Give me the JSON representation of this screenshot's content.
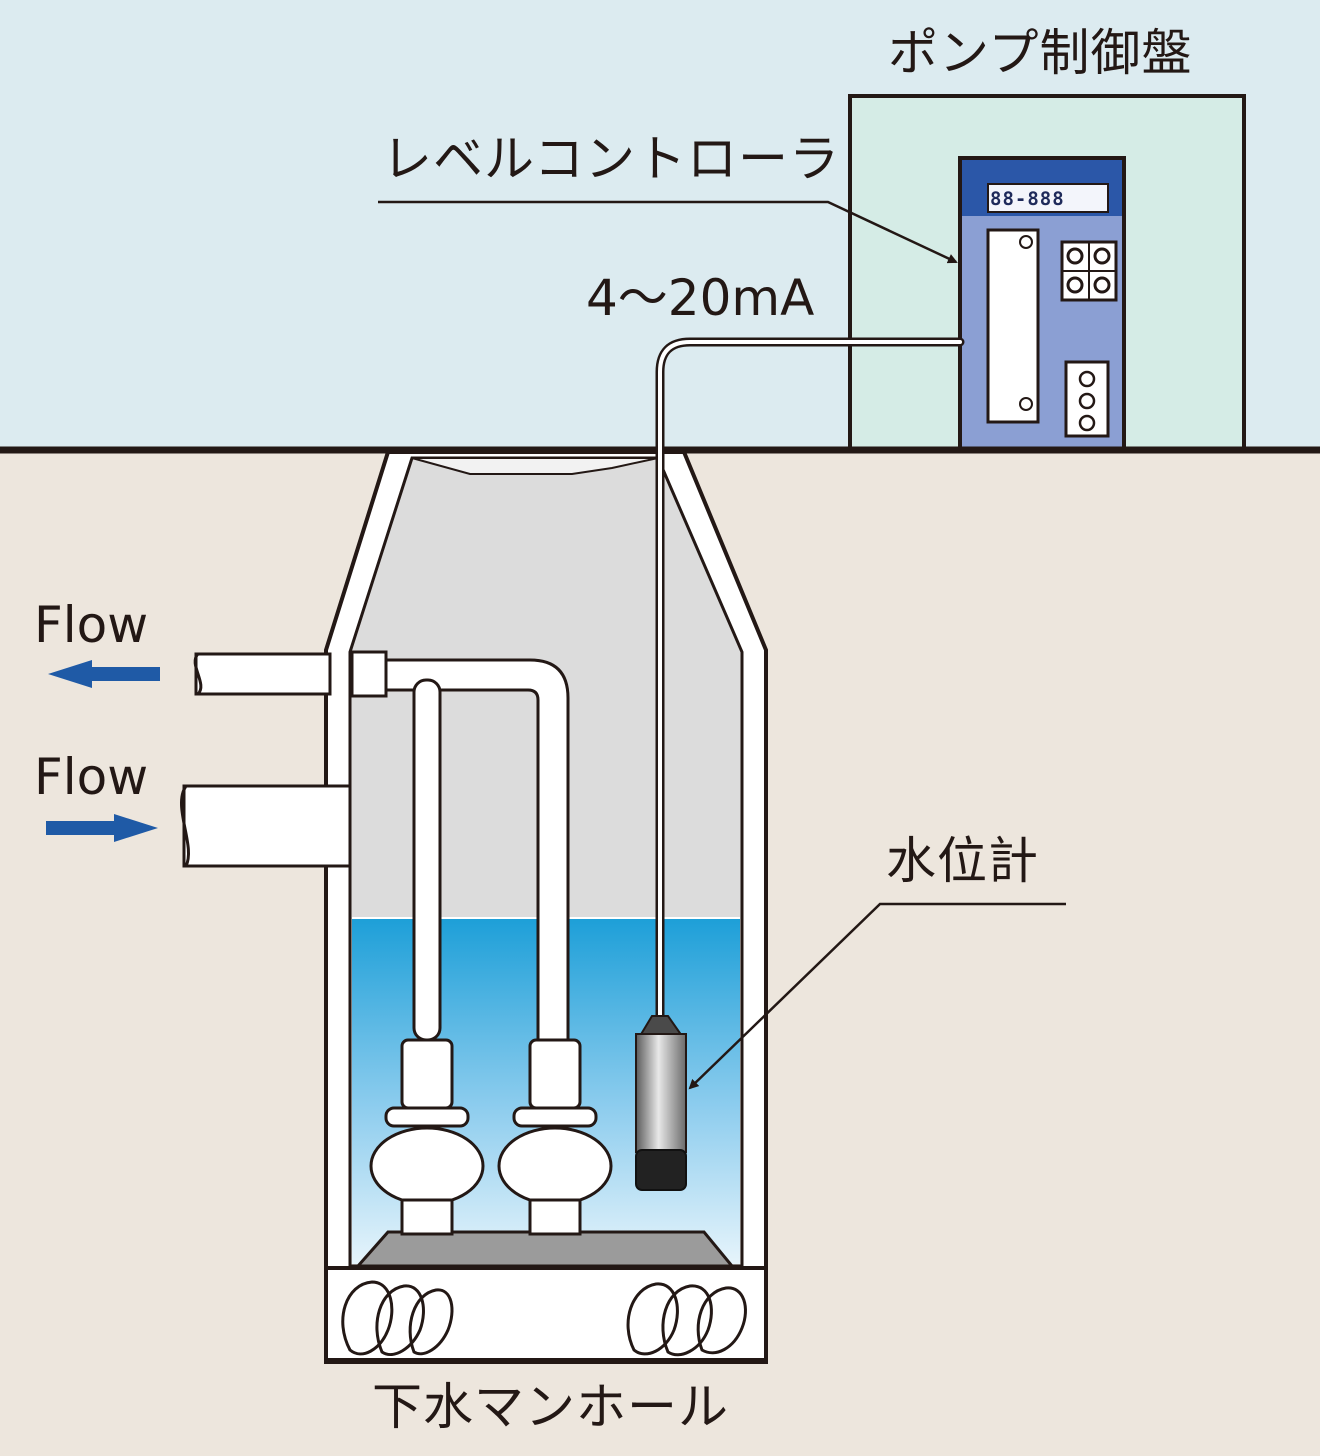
{
  "labels": {
    "pump_control_panel": "ポンプ制御盤",
    "level_controller": "レベルコントローラ",
    "signal": "4〜20mA",
    "flow_out": "Flow",
    "flow_in": "Flow",
    "water_level_gauge": "水位計",
    "sewer_manhole": "下水マンホール"
  },
  "display": {
    "readout": "88-888"
  },
  "colors": {
    "sky": "#dcebf0",
    "ground": "#ede6dd",
    "panel_box": "#d5ece6",
    "controller_body": "#8b9fd3",
    "controller_header": "#2b57a8",
    "manhole_interior": "#dcdcdc",
    "water_top": "#1d9fd8",
    "water_bottom": "#e2f2fb",
    "flow_arrow": "#1f5aa6",
    "line": "#231815"
  },
  "icons": {
    "flow_out_arrow": "arrow-left-icon",
    "flow_in_arrow": "arrow-right-icon"
  }
}
